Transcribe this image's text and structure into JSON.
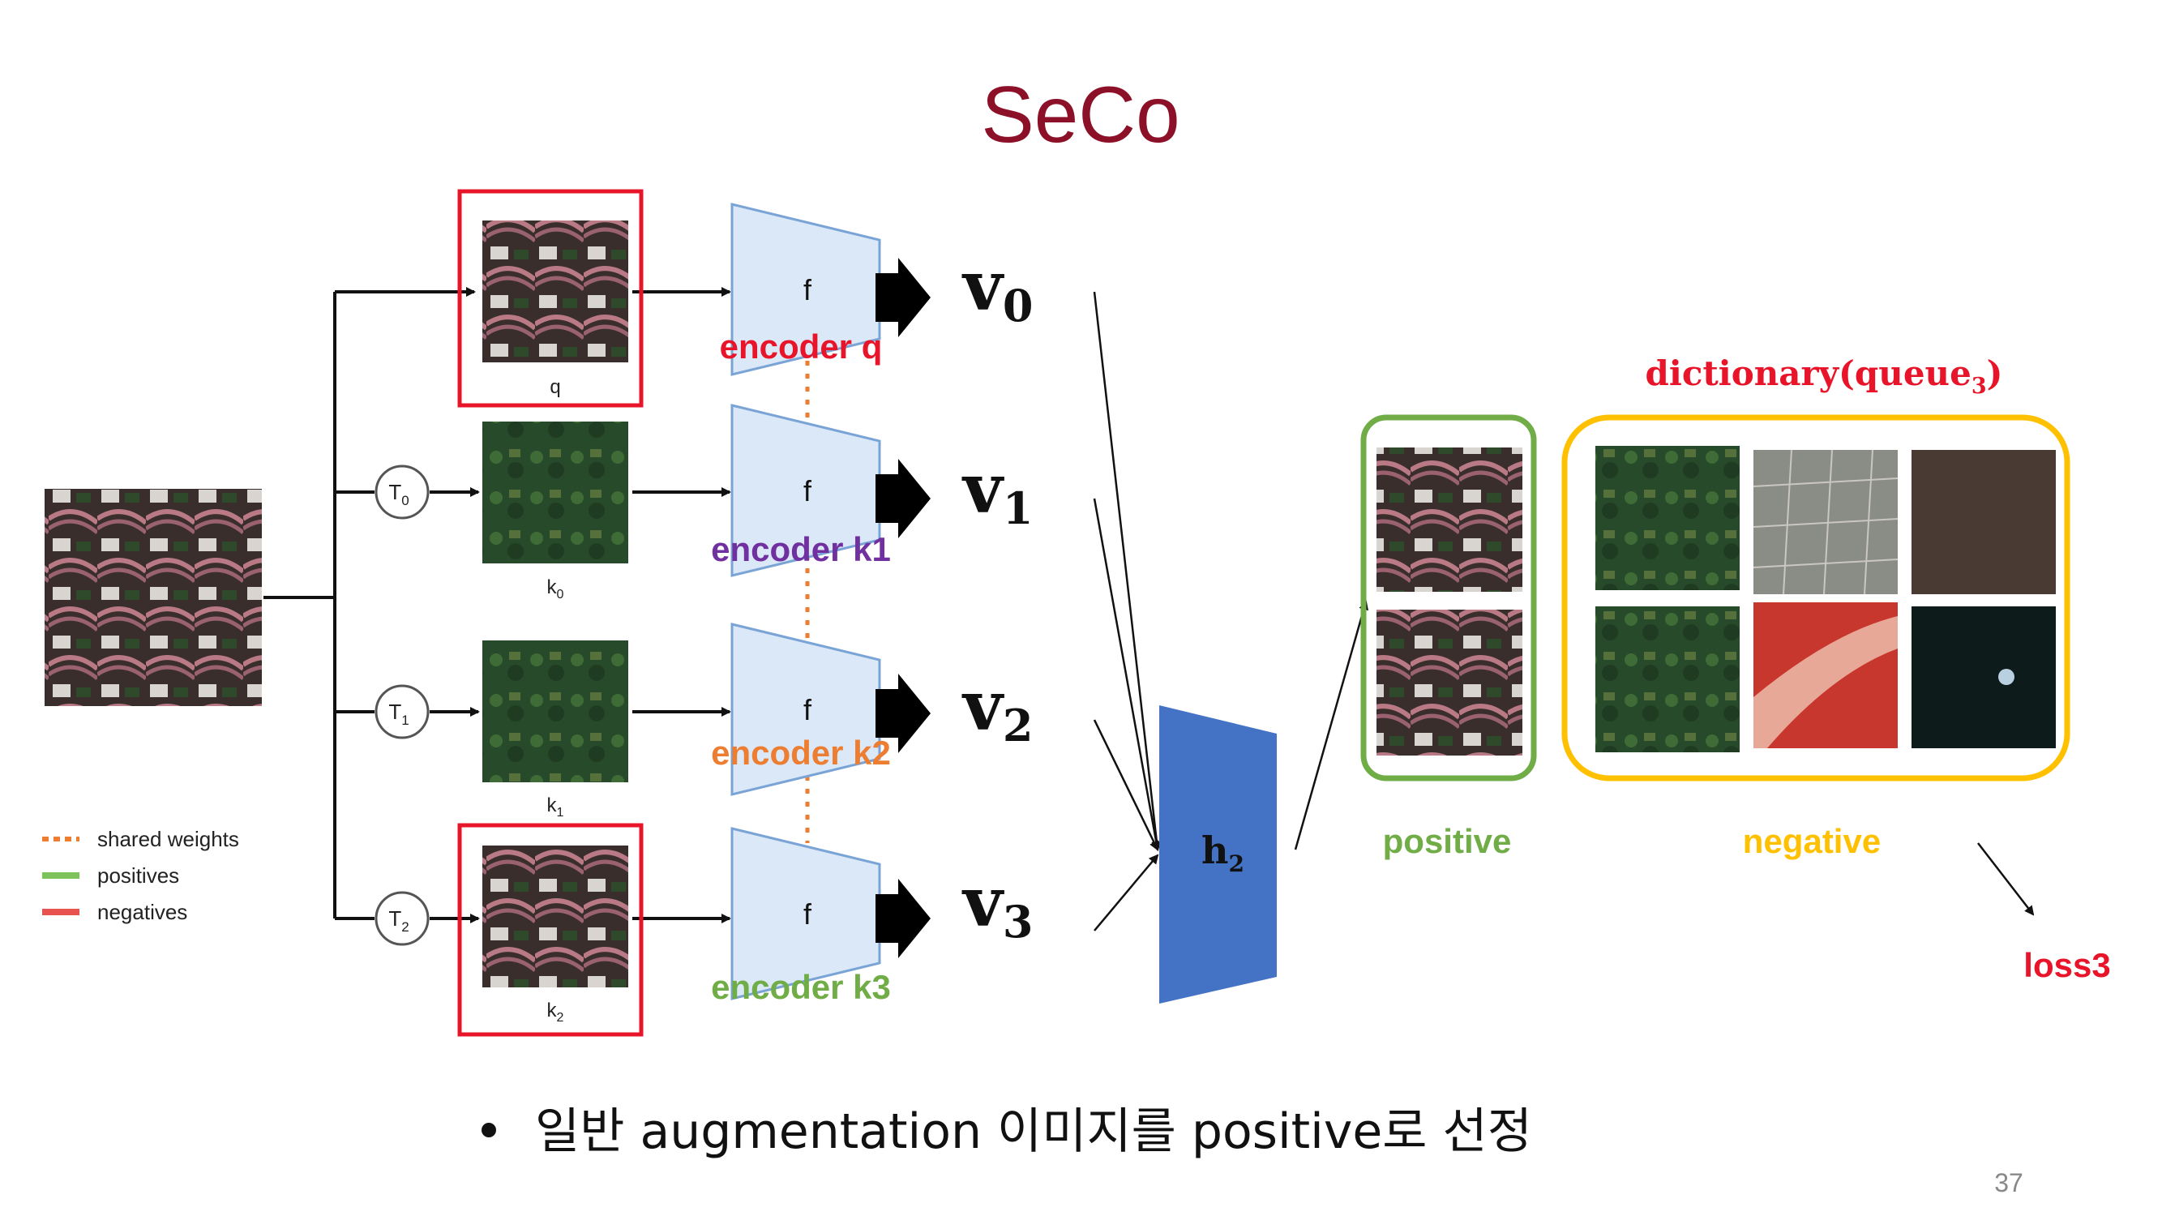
{
  "slide": {
    "title": "SeCo",
    "page_number": "37",
    "bullet": "일반 augmentation 이미지를 positive로 선정"
  },
  "diagram": {
    "input_images": [
      {
        "label": "q",
        "subscript": ""
      },
      {
        "label": "k",
        "subscript": "0"
      },
      {
        "label": "k",
        "subscript": "1"
      },
      {
        "label": "k",
        "subscript": "2"
      }
    ],
    "transforms": [
      {
        "label": "T",
        "subscript": "0"
      },
      {
        "label": "T",
        "subscript": "1"
      },
      {
        "label": "T",
        "subscript": "2"
      }
    ],
    "encoder_symbol": "f",
    "encoders": [
      {
        "label": "encoder q",
        "color": "#e8152a"
      },
      {
        "label": "encoder k1",
        "color": "#7030a0"
      },
      {
        "label": "encoder k2",
        "color": "#ed7d31"
      },
      {
        "label": "encoder k3",
        "color": "#70ad47"
      }
    ],
    "vectors": [
      {
        "label": "v",
        "subscript": "0"
      },
      {
        "label": "v",
        "subscript": "1"
      },
      {
        "label": "v",
        "subscript": "2"
      },
      {
        "label": "v",
        "subscript": "3"
      }
    ],
    "head": {
      "label": "h",
      "subscript": "2"
    },
    "legend": [
      {
        "label": "shared weights",
        "color": "#ed7d31",
        "style": "dotted"
      },
      {
        "label": "positives",
        "color": "#7cc35c",
        "style": "solid"
      },
      {
        "label": "negatives",
        "color": "#e8534f",
        "style": "solid"
      }
    ],
    "dictionary": {
      "prefix": "dictionary(queue",
      "subscript": "3",
      "suffix": ")"
    },
    "positive_label": "positive",
    "negative_label": "negative",
    "loss_label": "loss3",
    "colors": {
      "encoder_fill": "#dbe8f8",
      "encoder_stroke": "#7aa3d6",
      "head_fill": "#4472c4",
      "highlight_red": "#e8152a",
      "positive_green": "#70ad47",
      "negative_yellow": "#ffc000",
      "title": "#8b1028"
    }
  }
}
